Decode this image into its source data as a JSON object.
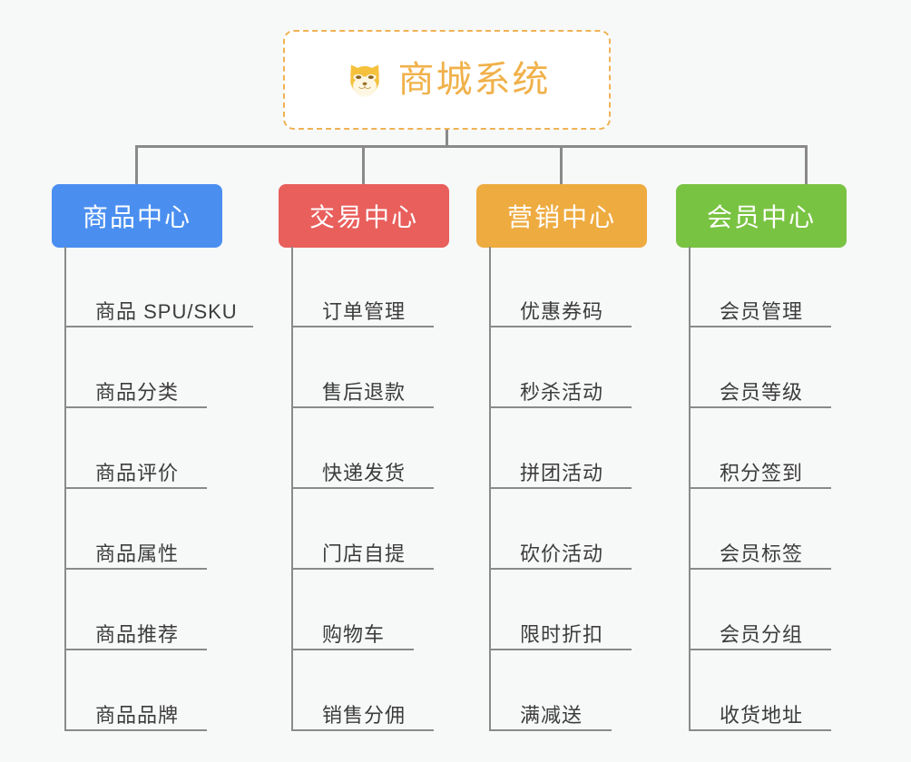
{
  "diagram": {
    "type": "mindmap",
    "background_color": "#f7f8f8",
    "connector_color": "#8a8a8a",
    "root": {
      "title": "商城系统",
      "icon": "shiba-dog-face-icon",
      "text_color": "#f0b14a",
      "border_color": "#f0b254",
      "background_color": "#ffffff"
    },
    "branches": [
      {
        "label": "商品中心",
        "color": "#4a8ff0",
        "items": [
          "商品 SPU/SKU",
          "商品分类",
          "商品评价",
          "商品属性",
          "商品推荐",
          "商品品牌"
        ]
      },
      {
        "label": "交易中心",
        "color": "#e85f5c",
        "items": [
          "订单管理",
          "售后退款",
          "快递发货",
          "门店自提",
          "购物车",
          "销售分佣"
        ]
      },
      {
        "label": "营销中心",
        "color": "#eeab40",
        "items": [
          "优惠券码",
          "秒杀活动",
          "拼团活动",
          "砍价活动",
          "限时折扣",
          "满减送"
        ]
      },
      {
        "label": "会员中心",
        "color": "#79c342",
        "items": [
          "会员管理",
          "会员等级",
          "积分签到",
          "会员标签",
          "会员分组",
          "收货地址"
        ]
      }
    ]
  }
}
